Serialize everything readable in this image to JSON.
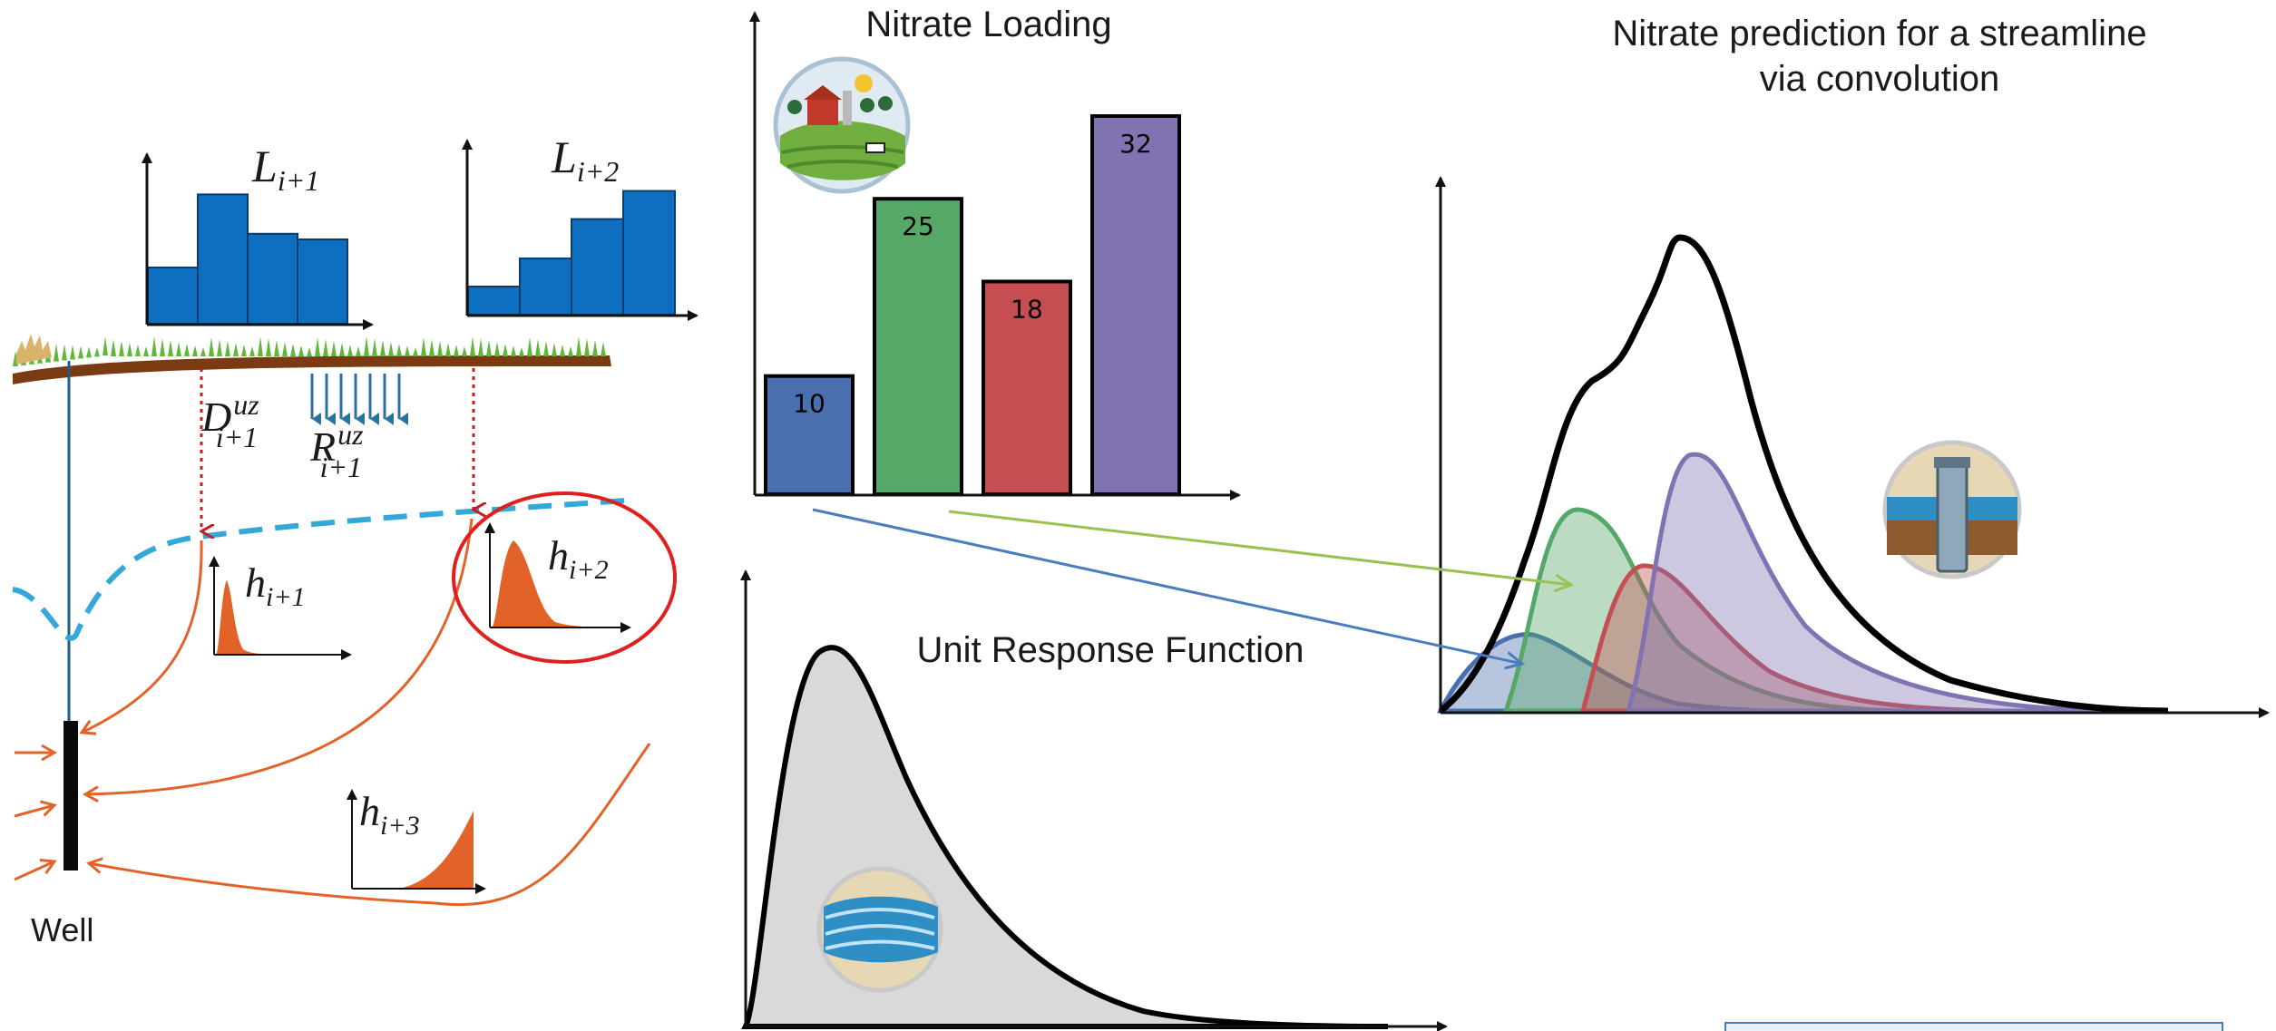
{
  "left_panel": {
    "loading_histograms": [
      {
        "label_base": "L",
        "label_sub": "i+1",
        "values": [
          1,
          2.3,
          1.6,
          1.5
        ]
      },
      {
        "label_base": "L",
        "label_sub": "i+2",
        "values": [
          0.5,
          1.0,
          1.7,
          2.2
        ]
      }
    ],
    "drainage_label": {
      "base": "D",
      "sup": "uz",
      "sub": "i+1"
    },
    "recharge_label": {
      "base": "R",
      "sup": "uz",
      "sub": "i+1"
    },
    "response_labels": [
      {
        "base": "h",
        "sub": "i+1"
      },
      {
        "base": "h",
        "sub": "i+2"
      },
      {
        "base": "h",
        "sub": "i+3"
      }
    ],
    "well_label": "Well"
  },
  "nitrate_loading": {
    "title": "Nitrate Loading",
    "colors": [
      "#4a6fae",
      "#55a868",
      "#c44e52",
      "#8172b2"
    ]
  },
  "chart_data": {
    "type": "bar",
    "title": "Nitrate Loading",
    "categories": [
      "",
      "",
      "",
      ""
    ],
    "values": [
      10,
      25,
      18,
      32
    ],
    "ylim": [
      0,
      32
    ]
  },
  "unit_response": {
    "title": "Unit Response Function"
  },
  "prediction": {
    "title_line1": "Nitrate prediction for a streamline",
    "title_line2": "via convolution",
    "colors": {
      "blue": "#4a6fae",
      "green": "#55a868",
      "red": "#c44e52",
      "purple": "#8172b2"
    }
  },
  "colors": {
    "hist_blue": "#0e6fc1",
    "orange": "#e2632a",
    "water_dashed": "#34a9d8",
    "ground_brown": "#7a3b12",
    "grass": "#5fb83a",
    "highlight_red": "#e01f1f",
    "arrow_green": "#9bc153",
    "arrow_blue": "#4a7cc0"
  }
}
